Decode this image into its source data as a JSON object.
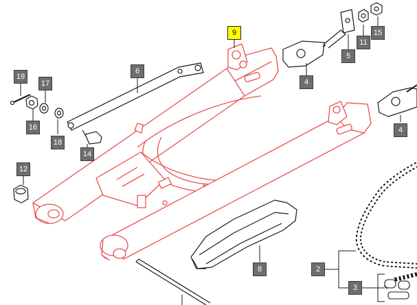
{
  "diagram": {
    "highlighted_part": "9",
    "callouts": [
      {
        "id": "c9",
        "label": "9",
        "highlight": true
      },
      {
        "id": "c6",
        "label": "6",
        "highlight": false
      },
      {
        "id": "c5",
        "label": "5",
        "highlight": false
      },
      {
        "id": "c11",
        "label": "11",
        "highlight": false
      },
      {
        "id": "c15",
        "label": "15",
        "highlight": false
      },
      {
        "id": "c4a",
        "label": "4",
        "highlight": false
      },
      {
        "id": "c4b",
        "label": "4",
        "highlight": false
      },
      {
        "id": "c19",
        "label": "19",
        "highlight": false
      },
      {
        "id": "c17",
        "label": "17",
        "highlight": false
      },
      {
        "id": "c16",
        "label": "16",
        "highlight": false
      },
      {
        "id": "c18",
        "label": "18",
        "highlight": false
      },
      {
        "id": "c14",
        "label": "14",
        "highlight": false
      },
      {
        "id": "c12",
        "label": "12",
        "highlight": false
      },
      {
        "id": "c8",
        "label": "8",
        "highlight": false
      },
      {
        "id": "c2",
        "label": "2",
        "highlight": false
      },
      {
        "id": "c3",
        "label": "3",
        "highlight": false
      }
    ],
    "colors": {
      "highlight_stroke": "#e85050",
      "part_stroke": "#1a1a1a",
      "callout_fill": "#6e6e6e",
      "callout_highlight_fill": "#ffff00"
    }
  }
}
